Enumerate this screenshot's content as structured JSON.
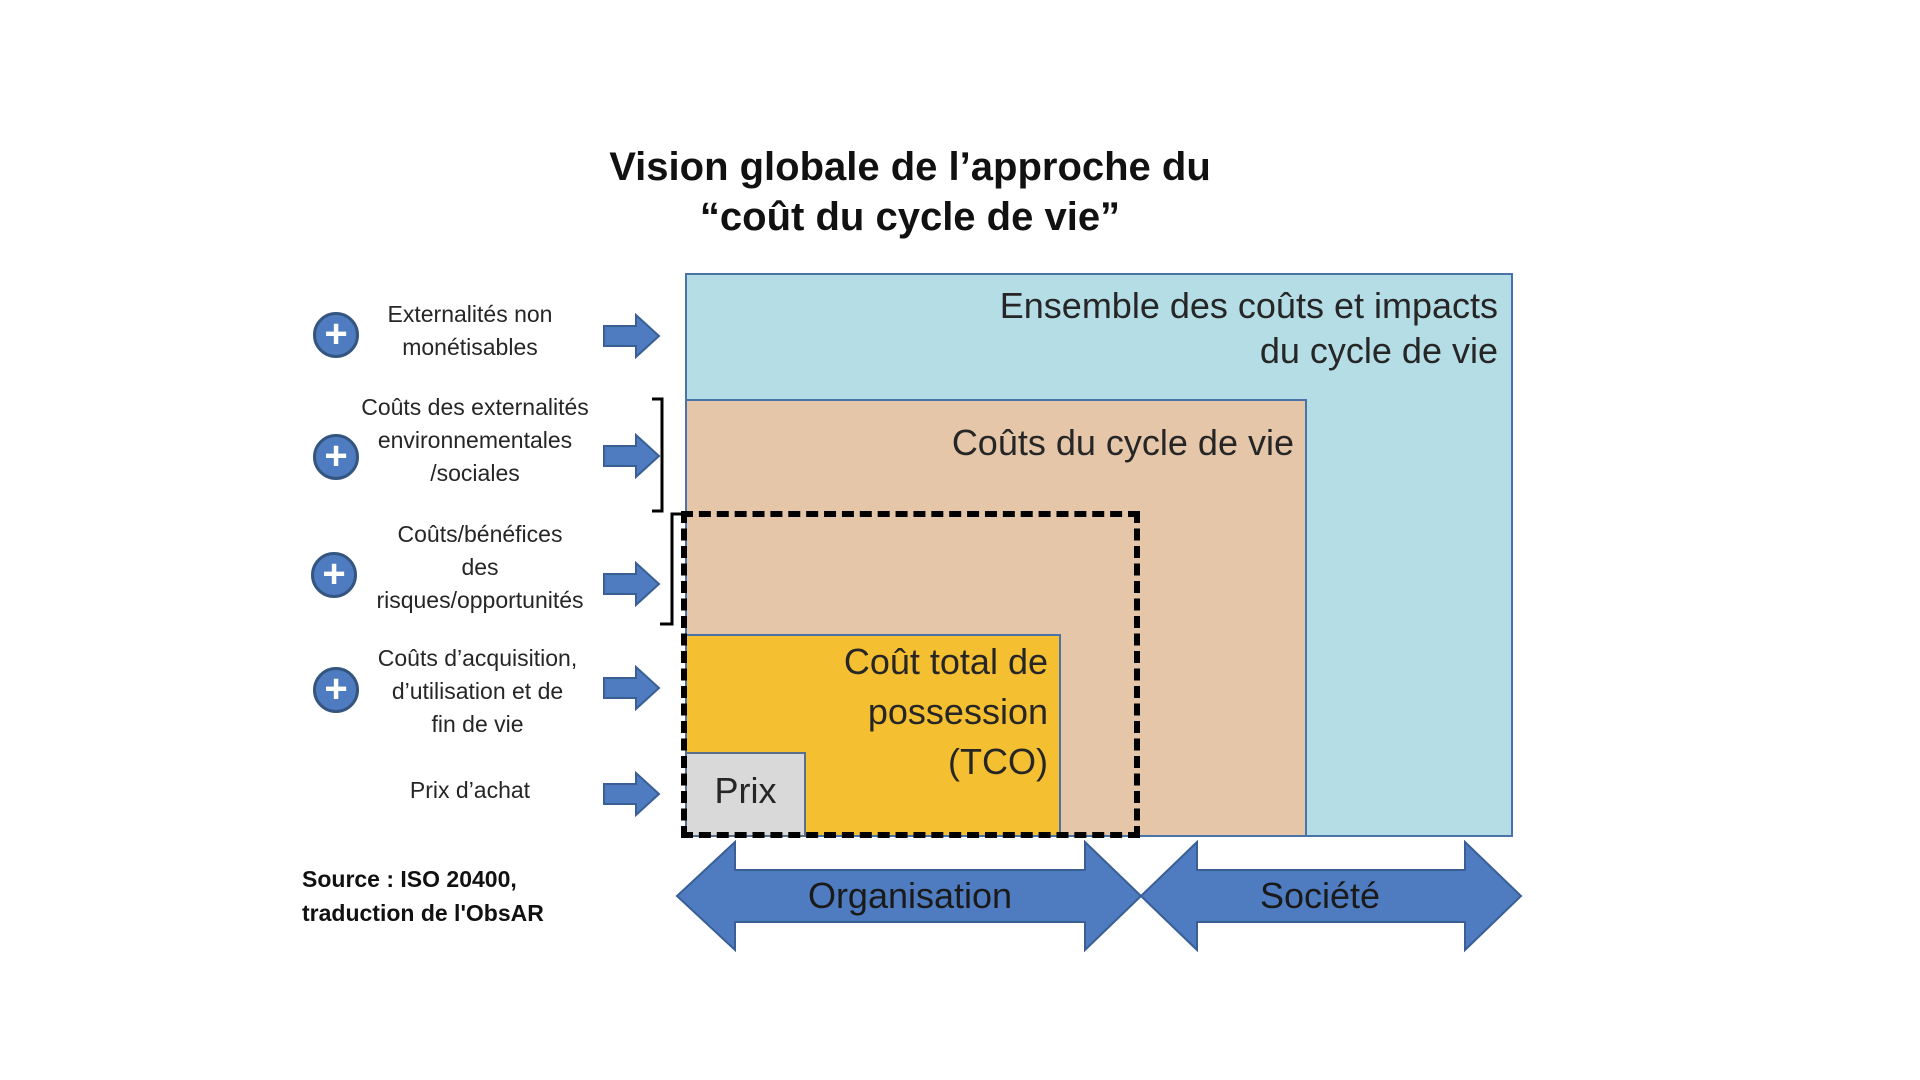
{
  "title": {
    "line1": "Vision globale de l’approche du",
    "line2": "“coût du cycle de vie”"
  },
  "boxes": {
    "societe_line1": "Ensemble des coûts et impacts",
    "societe_line2": "du cycle de vie",
    "cycle": "Coûts du cycle de vie",
    "tco_line1": "Coût total de",
    "tco_line2": "possession",
    "tco_line3": "(TCO)",
    "prix": "Prix"
  },
  "left_labels": [
    {
      "line1": "Externalités  non",
      "line2": "monétisables",
      "line3": ""
    },
    {
      "line1": "Coûts des externalités",
      "line2": "environnementales",
      "line3": "/sociales"
    },
    {
      "line1": "Coûts/bénéfices",
      "line2": "des",
      "line3": "risques/opportunités"
    },
    {
      "line1": "Coûts d’acquisition,",
      "line2": "d’utilisation et de",
      "line3": "fin de vie"
    },
    {
      "line1": "Prix d’achat",
      "line2": "",
      "line3": ""
    }
  ],
  "plus_symbol": "+",
  "source": {
    "line1": "Source : ISO 20400,",
    "line2": "traduction de l'ObsAR"
  },
  "bottom_arrows": {
    "organisation": "Organisation",
    "societe": "Société"
  },
  "colors": {
    "societe_box": "#b4dde6",
    "cycle_box": "#e5c6a9",
    "tco_box": "#f4bf31",
    "prix_box": "#d9d9d9",
    "arrow_blue": "#4f7cc0",
    "border_blue": "#4a74a8"
  },
  "icons": [
    "plus-circle-icon",
    "right-arrow-icon",
    "double-arrow-icon",
    "bracket-icon"
  ]
}
